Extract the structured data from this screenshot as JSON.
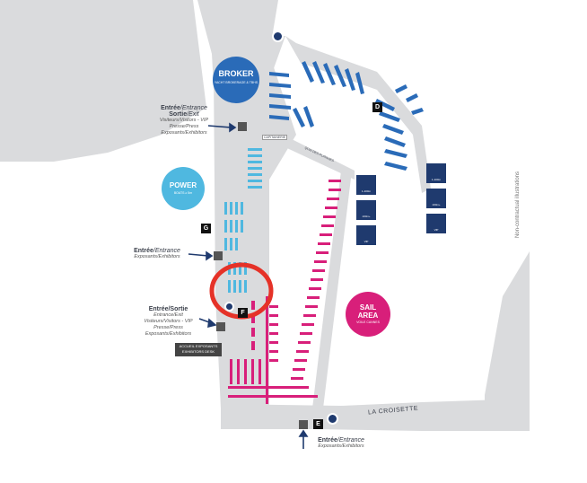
{
  "brand_colors": {
    "broker": "#2a6bb8",
    "power": "#4fb8e0",
    "sail": "#d81f7a",
    "gray": "#dadbdd",
    "water": "#ffffff",
    "highlight": "#e53228"
  },
  "areas": {
    "broker": {
      "title": "BROKER",
      "subtitle": "YACHT BROKERAGE & TBHS"
    },
    "power": {
      "title": "POWER",
      "subtitle": "BOATS ≥ 5m"
    },
    "sail": {
      "title": "SAIL AREA",
      "subtitle": "VOILE CANNES"
    }
  },
  "entrances": {
    "top": {
      "line1_bold": "Entrée",
      "line1_italic": "/Entrance",
      "line2_bold": "Sortie",
      "line2_italic": "/Exit",
      "line3": "Visiteurs/Visitors - VIP",
      "line4": "Presse/Press",
      "line5": "Exposants/Exhibitors"
    },
    "middle": {
      "line1_bold": "Entrée",
      "line1_italic": "/Entrance",
      "line2": "Exposants/Exhibitors"
    },
    "lower": {
      "line1_bold": "Entrée/Sortie",
      "line2": "Entrance/Exit",
      "line3": "Visiteurs/Visitors - VIP",
      "line4": "Presse/Press",
      "line5": "Exposants/Exhibitors"
    },
    "bottom": {
      "line1_bold": "Entrée",
      "line1_italic": "/Entrance",
      "line2": "Exposants/Exhibitors"
    }
  },
  "gates": [
    "D",
    "G",
    "F",
    "E"
  ],
  "accueil": {
    "line1": "ACCUEIL EXPOSANTS",
    "line2": "EXHIBITORS DESK"
  },
  "street": "LA CROISETTE",
  "side_note": "Non-contractual illustrations",
  "quay_labels": {
    "left": "CAPITAINERIE",
    "right": "QUAI DES PLATANES"
  },
  "legend": [
    {
      "label": "1-100m"
    },
    {
      "label": "1-100m"
    },
    {
      "label": "100m+"
    },
    {
      "label": "100m+"
    },
    {
      "label": "VIP"
    },
    {
      "label": "VIP"
    }
  ]
}
